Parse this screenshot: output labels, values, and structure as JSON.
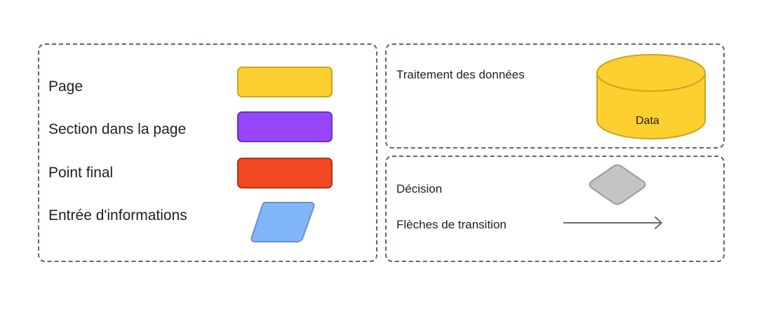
{
  "legend": {
    "left_items": [
      {
        "label": "Page",
        "color": "#fdd02f",
        "border": "#c9a524"
      },
      {
        "label": "Section dans la page",
        "color": "#9745fb",
        "border": "#6c2fbf"
      },
      {
        "label": "Point final",
        "color": "#f24822",
        "border": "#b23216"
      },
      {
        "label": "Entrée d'informations",
        "color": "#82b6fb",
        "border": "#6d8fc4"
      }
    ],
    "data_processing": {
      "label": "Traitement des données",
      "cylinder_label": "Data",
      "color": "#fdd02f",
      "border": "#c9a524"
    },
    "decision": {
      "label": "Décision",
      "color": "#c4c4c4",
      "border": "#9a9a9a"
    },
    "transition": {
      "label": "Flèches de transition",
      "color": "#6b6b6b"
    }
  }
}
